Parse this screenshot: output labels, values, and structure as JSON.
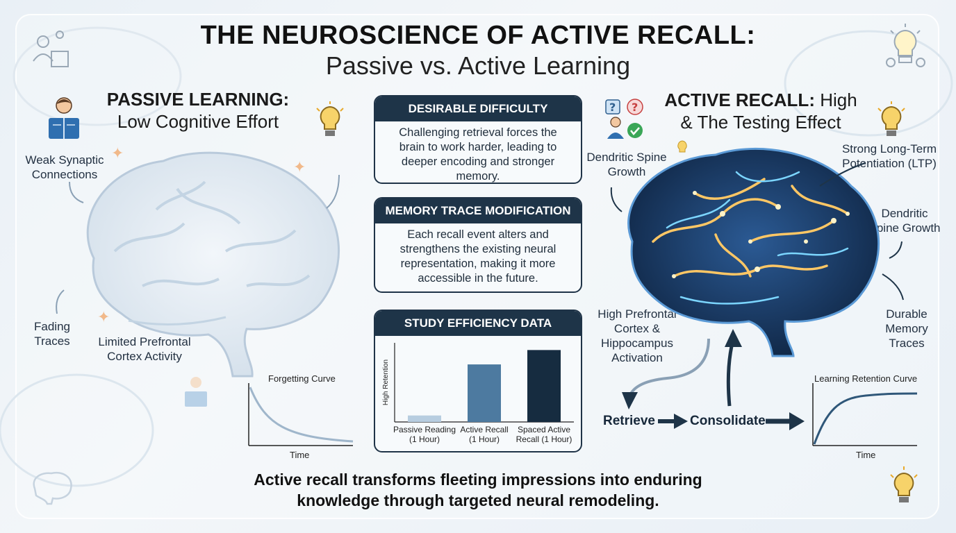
{
  "title": {
    "main": "THE NEUROSCIENCE OF ACTIVE RECALL:",
    "sub": "Passive vs. Active Learning"
  },
  "passive": {
    "heading_bold": "PASSIVE LEARNING:",
    "heading_sub": "Low Cognitive Effort",
    "label_weak": "Weak Synaptic Connections",
    "label_fading": "Fading Traces",
    "label_limited": "Limited Prefrontal Cortex Activity",
    "curve_title": "Forgetting Curve",
    "curve_xlabel": "Time"
  },
  "active": {
    "heading_bold": "ACTIVE RECALL:",
    "heading_rest": " High",
    "heading_sub": "& The Testing Effect",
    "label_dendritic_left": "Dendritic Spine Growth",
    "label_ltp": "Strong Long-Term Potentiation (LTP)",
    "label_dendritic_right": "Dendritic Spine Growth",
    "label_durable": "Durable Memory Traces",
    "label_prefrontal": "High Prefrontal Cortex & Hippocampus Activation",
    "curve_title": "Learning Retention Curve",
    "curve_xlabel": "Time"
  },
  "flow": {
    "retrieve": "Retrieve",
    "consolidate": "Consolidate"
  },
  "boxes": {
    "difficulty": {
      "head": "DESIRABLE DIFFICULTY",
      "body": "Challenging retrieval forces the brain to work harder, leading to deeper encoding and stronger memory."
    },
    "modification": {
      "head": "MEMORY TRACE MODIFICATION",
      "body": "Each recall event alters and strengthens the existing neural representation, making it more accessible in the future."
    },
    "efficiency": {
      "head": "STUDY EFFICIENCY DATA"
    }
  },
  "chart_data": {
    "type": "bar",
    "title": "STUDY EFFICIENCY DATA",
    "ylabel": "High Retention",
    "categories": [
      "Passive Reading (1 Hour)",
      "Active Recall (1 Hour)",
      "Spaced Active Recall (1 Hour)"
    ],
    "category_lines": [
      [
        "Passive Reading",
        "(1 Hour)"
      ],
      [
        "Active Recall",
        "(1 Hour)"
      ],
      [
        "Spaced Active",
        "Recall (1 Hour)"
      ]
    ],
    "values": [
      9,
      80,
      100
    ],
    "ylim": [
      0,
      110
    ],
    "colors": [
      "#b7cde0",
      "#4d7aa0",
      "#162c40"
    ],
    "grid": false
  },
  "footer": {
    "line1": "Active recall transforms fleeting impressions into enduring",
    "line2": "knowledge through targeted neural remodeling."
  },
  "colors": {
    "navy": "#1e3448",
    "passive_brain": "#dfe8f0",
    "active_brain": "#1a3760",
    "glow": "#ffc765",
    "bulb": "#f3c14b"
  }
}
